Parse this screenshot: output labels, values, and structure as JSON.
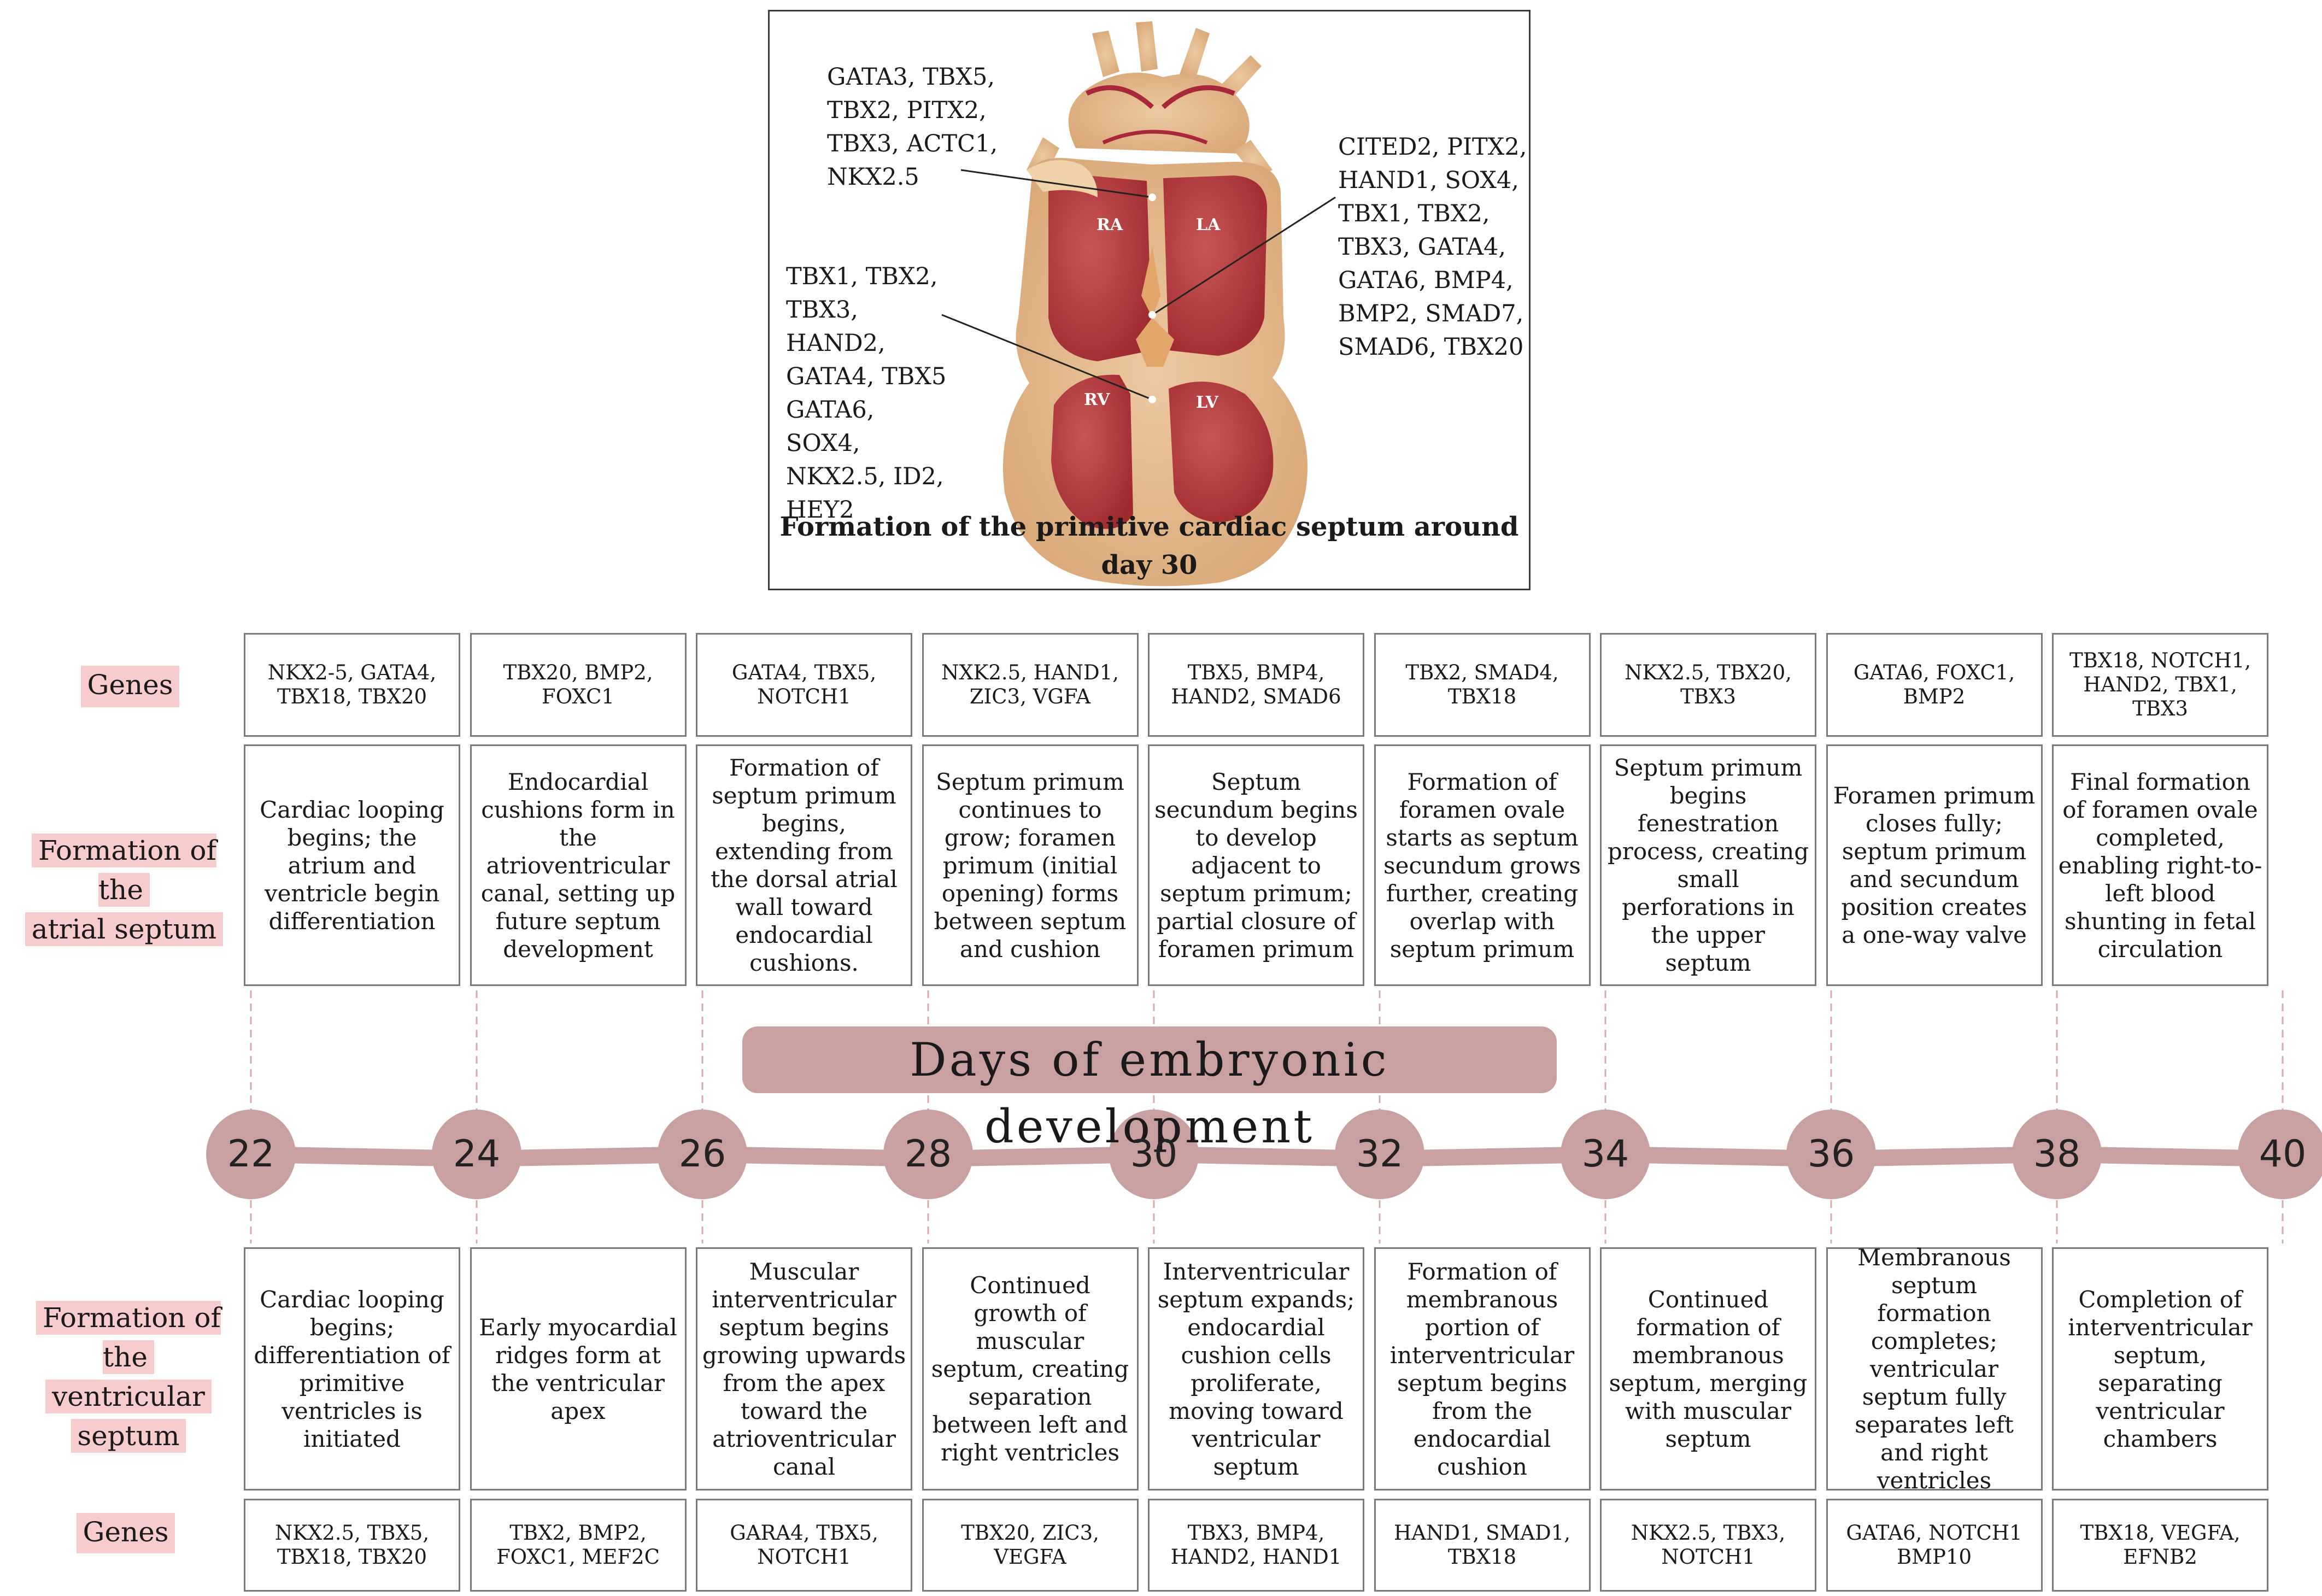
{
  "figure": {
    "caption": "Formation of the primitive cardiac septum around day 30",
    "chamber_labels": {
      "ra": "RA",
      "la": "LA",
      "rv": "RV",
      "lv": "LV"
    },
    "genes_atrial_top": "GATA3, TBX5,\nTBX2, PITX2,\nTBX3, ACTC1,\nNKX2.5",
    "genes_ventricular": "TBX1, TBX2,\nTBX3,\nHAND2,\nGATA4, TBX5\nGATA6,\nSOX4,\nNKX2.5, ID2,\nHEY2",
    "genes_right": "CITED2, PITX2,\nHAND1, SOX4,\nTBX1, TBX2,\nTBX3, GATA4,\nGATA6, BMP4,\nBMP2, SMAD7,\nSMAD6, TBX20"
  },
  "labels": {
    "genes_top": "Genes",
    "atrial_line1": "Formation of the",
    "atrial_line2": "atrial septum",
    "ventricular_line1": "Formation of the",
    "ventricular_line2": "ventricular",
    "ventricular_line3": "septum",
    "genes_bottom": "Genes",
    "timeline_title": "Days of embryonic development"
  },
  "days": [
    "22",
    "24",
    "26",
    "28",
    "30",
    "32",
    "34",
    "36",
    "38",
    "40"
  ],
  "atrial_genes": [
    "NKX2-5, GATA4, TBX18, TBX20",
    "TBX20, BMP2, FOXC1",
    "GATA4, TBX5, NOTCH1",
    "NXK2.5, HAND1, ZIC3, VGFA",
    "TBX5, BMP4, HAND2, SMAD6",
    "TBX2, SMAD4, TBX18",
    "NKX2.5, TBX20, TBX3",
    "GATA6, FOXC1, BMP2",
    "TBX18, NOTCH1, HAND2, TBX1, TBX3"
  ],
  "atrial_events": [
    "Cardiac looping begins; the atrium and ventricle begin differentiation",
    "Endocardial cushions form in the atrioventricular canal, setting up future septum development",
    "Formation of septum primum begins, extending from the dorsal atrial wall toward endocardial cushions.",
    "Septum primum continues to grow; foramen primum (initial opening) forms between septum and cushion",
    "Septum secundum begins to develop adjacent to septum primum; partial closure of foramen primum",
    "Formation of foramen ovale starts as septum secundum grows further, creating overlap with septum primum",
    "Septum primum begins fenestration process, creating small perforations in the upper septum",
    "Foramen primum closes fully; septum primum and secundum position creates a one-way valve",
    "Final formation of foramen ovale completed, enabling right-to-left blood shunting in fetal circulation"
  ],
  "ventricular_events": [
    "Cardiac looping begins; differentiation of primitive ventricles is initiated",
    "Early myocardial ridges form at the ventricular apex",
    "Muscular interventricular septum begins growing upwards from the apex toward the atrioventricular canal",
    "Continued growth of muscular septum, creating separation between left and right ventricles",
    "Interventricular septum expands; endocardial cushion cells proliferate, moving toward ventricular septum",
    "Formation of membranous portion of interventricular septum begins from the endocardial cushion",
    "Continued formation of membranous septum, merging with muscular septum",
    "Membranous septum formation completes; ventricular septum fully separates left and right ventricles",
    "Completion of interventricular septum, separating ventricular chambers"
  ],
  "ventricular_genes": [
    "NKX2.5, TBX5, TBX18, TBX20",
    "TBX2, BMP2, FOXC1, MEF2C",
    "GARA4, TBX5, NOTCH1",
    "TBX20, ZIC3, VEGFA",
    "TBX3, BMP4, HAND2, HAND1",
    "HAND1, SMAD1, TBX18",
    "NKX2.5, TBX3, NOTCH1",
    "GATA6, NOTCH1 BMP10",
    "TBX18, VEGFA, EFNB2"
  ],
  "colors": {
    "timeline": "#c9a0a0",
    "label_bg": "#f7cccc",
    "heart_chamber": "#b8353a",
    "heart_wall": "#e6b98a"
  }
}
